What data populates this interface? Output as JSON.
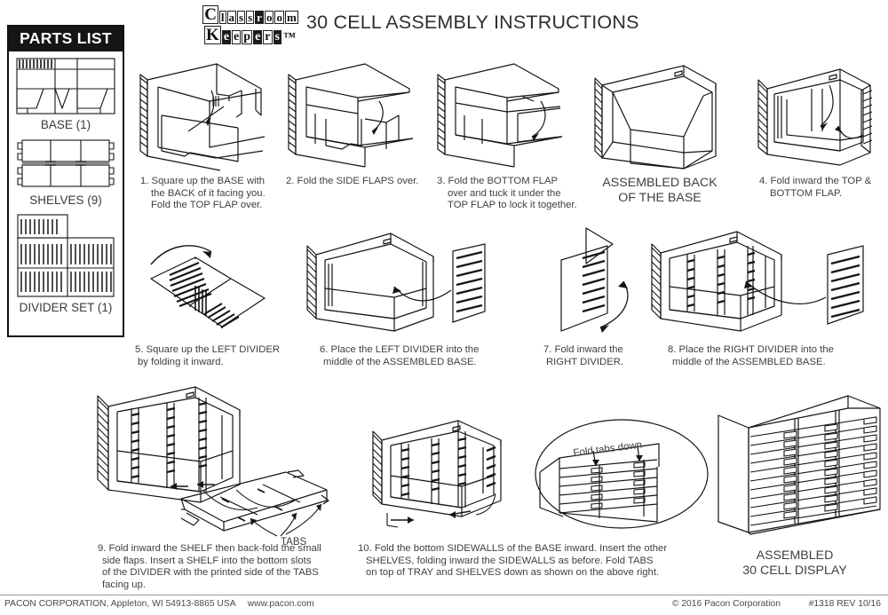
{
  "header": {
    "brand_line1": "Classroom",
    "brand_line2": "Keepers",
    "brand_tm": "™",
    "title": "30 CELL ASSEMBLY INSTRUCTIONS"
  },
  "parts_list": {
    "heading": "PARTS LIST",
    "items": [
      {
        "label": "BASE (1)",
        "icon": "base-diagram"
      },
      {
        "label": "SHELVES (9)",
        "icon": "shelves-diagram"
      },
      {
        "label": "DIVIDER SET (1)",
        "icon": "divider-set-diagram"
      }
    ]
  },
  "steps": [
    {
      "id": "step-1",
      "lines": [
        "1. Square up the BASE with",
        "the BACK of it facing you.",
        "Fold the TOP FLAP over."
      ]
    },
    {
      "id": "step-2",
      "lines": [
        "2. Fold the SIDE FLAPS over."
      ]
    },
    {
      "id": "step-3",
      "lines": [
        "3. Fold the BOTTOM FLAP",
        "over and tuck it under the",
        "TOP FLAP to lock it together."
      ]
    },
    {
      "id": "assembled-back",
      "emphasis": true,
      "lines": [
        "ASSEMBLED BACK",
        "OF THE BASE"
      ]
    },
    {
      "id": "step-4",
      "lines": [
        "4. Fold inward the TOP &",
        "BOTTOM FLAP."
      ]
    },
    {
      "id": "step-5",
      "lines": [
        "5. Square up the LEFT DIVIDER",
        "by folding it inward."
      ]
    },
    {
      "id": "step-6",
      "lines": [
        "6. Place the LEFT DIVIDER into the",
        "middle of the ASSEMBLED BASE."
      ]
    },
    {
      "id": "step-7",
      "lines": [
        "7. Fold inward the",
        "RIGHT DIVIDER."
      ]
    },
    {
      "id": "step-8",
      "lines": [
        "8. Place the  RIGHT DIVIDER into the",
        "middle of the ASSEMBLED BASE."
      ]
    },
    {
      "id": "step-9",
      "lines": [
        "9. Fold inward the SHELF then back-fold the small",
        "side flaps. Insert a SHELF into the bottom slots",
        "of the DIVIDER with the printed side of the TABS",
        "facing up."
      ]
    },
    {
      "id": "step-10",
      "lines": [
        "10. Fold the bottom SIDEWALLS of the BASE inward. Insert the other",
        "SHELVES, folding inward the SIDEWALLS as before. Fold TABS",
        "on top of TRAY and SHELVES down as shown on the above right."
      ]
    },
    {
      "id": "assembled-display",
      "emphasis": true,
      "lines": [
        "ASSEMBLED",
        "30 CELL DISPLAY"
      ]
    }
  ],
  "annotations": {
    "tabs_label": "TABS",
    "fold_tabs_down": "Fold tabs down"
  },
  "footer": {
    "company": "PACON CORPORATION, Appleton, WI 54913-8865 USA",
    "website": "www.pacon.com",
    "copyright": "© 2016 Pacon Corporation",
    "part_number": "#1318 REV 10/16"
  },
  "colors": {
    "ink": "#222222",
    "text": "#3f3f3f",
    "header_bar": "#151515"
  }
}
